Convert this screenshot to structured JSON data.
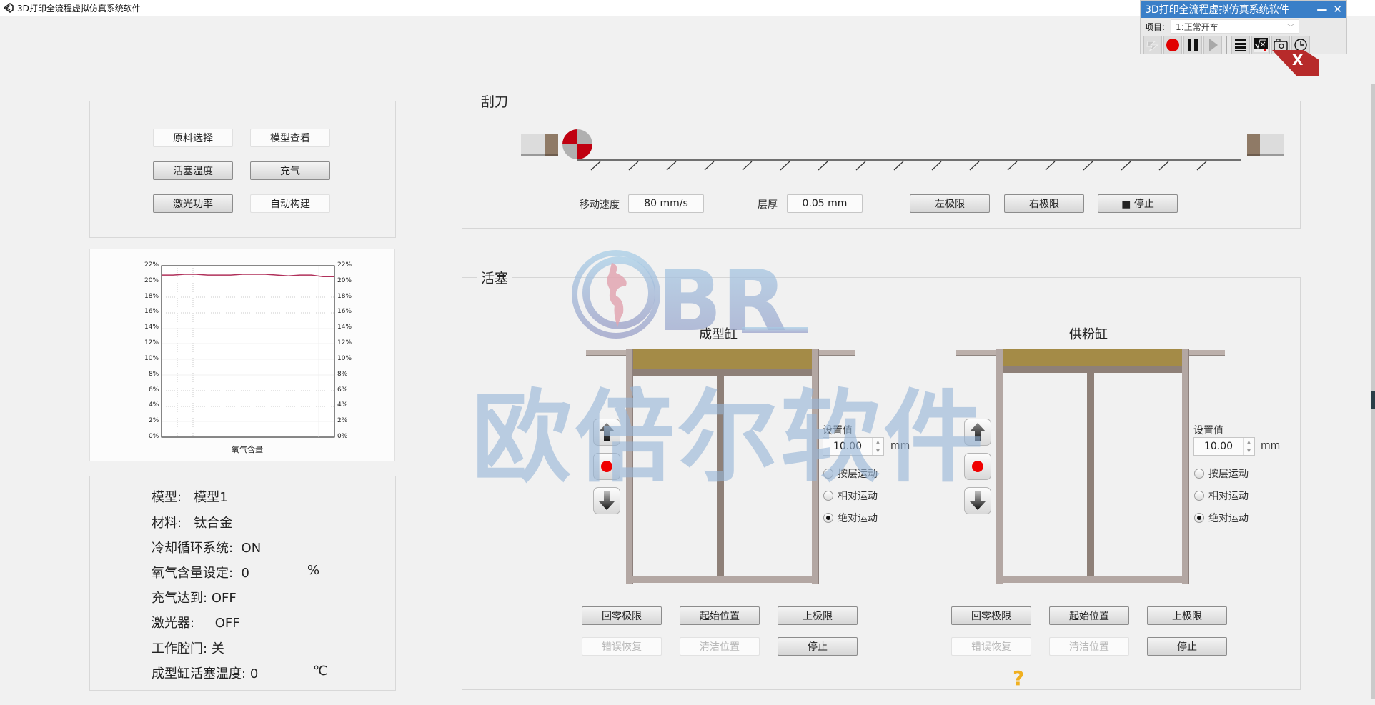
{
  "window": {
    "title": "3D打印全流程虚拟仿真系统软件",
    "icon": "unity-logo-icon"
  },
  "mini_window": {
    "title": "3D打印全流程虚拟仿真系统软件",
    "minimize": "—",
    "close": "✕",
    "project_label": "项目:",
    "project_value": "1:正常开车",
    "tools": [
      "lightning-icon",
      "record-icon",
      "pause-icon",
      "play-icon",
      "menu-icon",
      "formula-icon",
      "camera-icon",
      "clock-icon"
    ],
    "overlay_close": "X"
  },
  "function_buttons": {
    "material_select": "原料选择",
    "model_view": "模型查看",
    "piston_temp": "活塞温度",
    "inflate": "充气",
    "laser_power": "激光功率",
    "auto_build": "自动构建"
  },
  "chart_data": {
    "type": "line",
    "title": "",
    "xlabel": "氧气含量",
    "ylabel": "",
    "ylim": [
      0,
      22
    ],
    "y_ticks": [
      "0%",
      "2%",
      "4%",
      "6%",
      "8%",
      "10%",
      "12%",
      "14%",
      "16%",
      "18%",
      "20%",
      "22%"
    ],
    "y_ticks_right": [
      "0%",
      "2%",
      "4%",
      "6%",
      "8%",
      "10%",
      "12%",
      "14%",
      "16%",
      "18%",
      "20%",
      "22%"
    ],
    "grid": true,
    "series": [
      {
        "name": "氧气含量",
        "color": "#b0305a",
        "values": [
          20.8,
          20.8,
          20.9,
          20.9,
          20.8,
          20.8,
          20.8,
          20.9,
          20.9,
          20.9,
          20.8,
          20.7,
          20.8,
          20.8,
          20.6,
          20.6
        ]
      }
    ]
  },
  "status": {
    "model_label": "模型:",
    "model_value": "模型1",
    "material_label": "材料:",
    "material_value": "钛合金",
    "cooling_label": "冷却循环系统:",
    "cooling_value": "ON",
    "oxygen_label": "氧气含量设定:",
    "oxygen_value": "0",
    "oxygen_unit": "%",
    "inflate_label": "充气达到:",
    "inflate_value": "OFF",
    "laser_label": "激光器:",
    "laser_value": "OFF",
    "door_label": "工作腔门:",
    "door_value": "关",
    "piston_temp_label": "成型缸活塞温度:",
    "piston_temp_value": "0",
    "piston_temp_unit": "℃"
  },
  "scraper": {
    "title": "刮刀",
    "speed_label": "移动速度",
    "speed_value": "80 mm/s",
    "layer_label": "层厚",
    "layer_value": "0.05 mm",
    "left_limit": "左极限",
    "right_limit": "右极限",
    "stop": "■ 停止"
  },
  "piston": {
    "title": "活塞",
    "build_cylinder": {
      "title": "成型缸",
      "setpoint_label": "设置值",
      "setpoint_value": "10.00",
      "unit": "mm",
      "modes": [
        "按层运动",
        "相对运动",
        "绝对运动"
      ],
      "selected_mode": "绝对运动",
      "buttons": {
        "home": "回零极限",
        "start_pos": "起始位置",
        "upper": "上极限",
        "error_recover": "错误恢复",
        "clean_pos": "清洁位置",
        "stop": "停止"
      }
    },
    "feed_cylinder": {
      "title": "供粉缸",
      "setpoint_label": "设置值",
      "setpoint_value": "10.00",
      "unit": "mm",
      "modes": [
        "按层运动",
        "相对运动",
        "绝对运动"
      ],
      "selected_mode": "绝对运动",
      "buttons": {
        "home": "回零极限",
        "start_pos": "起始位置",
        "upper": "上极限",
        "error_recover": "错误恢复",
        "clean_pos": "清洁位置",
        "stop": "停止"
      }
    },
    "help": "?"
  },
  "watermark": {
    "logo_text": "BR",
    "text": "欧倍尔软件"
  },
  "colors": {
    "background": "#f1f1f1",
    "mini_title_bar": "#3a7fc8",
    "powder": "#a48b47",
    "cylinder_wall": "#b3a7a3",
    "record_red": "#e00000",
    "scraper_red": "#c00010",
    "help_yellow": "#f0b020"
  }
}
